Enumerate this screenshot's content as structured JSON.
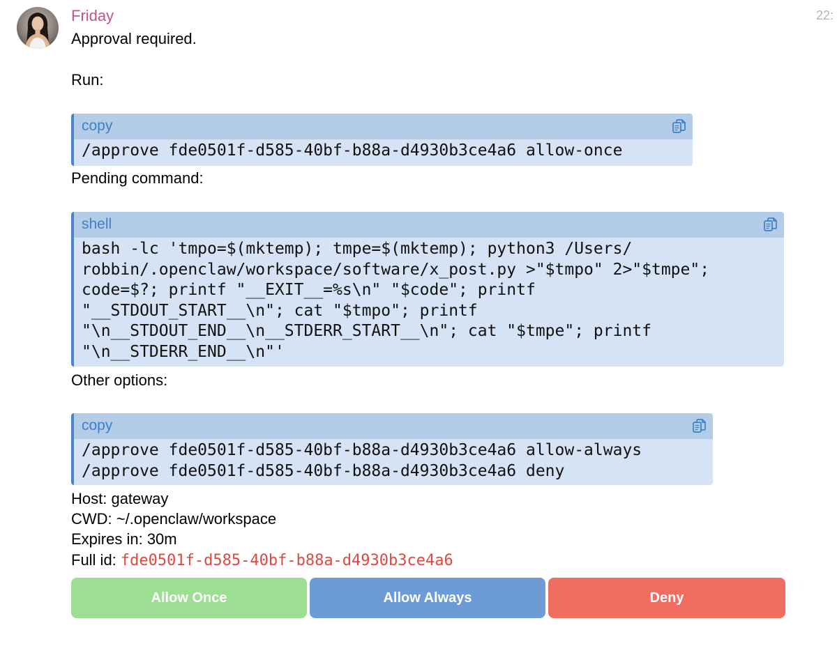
{
  "message": {
    "sender": "Friday",
    "timestamp": "22:",
    "avatar_icon": "user-avatar-photo",
    "approval_required": "Approval required.",
    "run_label": "Run:",
    "pending_label": "Pending command:",
    "other_options_label": "Other options:",
    "host": "Host: gateway",
    "cwd": "CWD: ~/.openclaw/workspace",
    "expires": "Expires in: 30m",
    "full_id_label": "Full id: ",
    "full_id_value": "fde0501f-d585-40bf-b88a-d4930b3ce4a6"
  },
  "code_blocks": {
    "run": {
      "lang": "copy",
      "code": "/approve fde0501f-d585-40bf-b88a-d4930b3ce4a6 allow-once"
    },
    "pending": {
      "lang": "shell",
      "code": "bash -lc 'tmpo=$(mktemp); tmpe=$(mktemp); python3 /Users/\nrobbin/.openclaw/workspace/software/x_post.py >\"$tmpo\" 2>\"$tmpe\";\ncode=$?; printf \"__EXIT__=%s\\n\" \"$code\"; printf\n\"__STDOUT_START__\\n\"; cat \"$tmpo\"; printf\n\"\\n__STDOUT_END__\\n__STDERR_START__\\n\"; cat \"$tmpe\"; printf\n\"\\n__STDERR_END__\\n\"'"
    },
    "other": {
      "lang": "copy",
      "code": "/approve fde0501f-d585-40bf-b88a-d4930b3ce4a6 allow-always\n/approve fde0501f-d585-40bf-b88a-d4930b3ce4a6 deny"
    }
  },
  "buttons": {
    "allow_once": "Allow Once",
    "allow_always": "Allow Always",
    "deny": "Deny"
  },
  "colors": {
    "sender": "#c2528d",
    "code_bg": "#d5e3f4",
    "code_header": "#b3cde9",
    "code_accent": "#4a83c9",
    "full_id": "#e0473e",
    "allow_once": "#9ddf92",
    "allow_always": "#6c9bd5",
    "deny": "#ef6e60"
  }
}
